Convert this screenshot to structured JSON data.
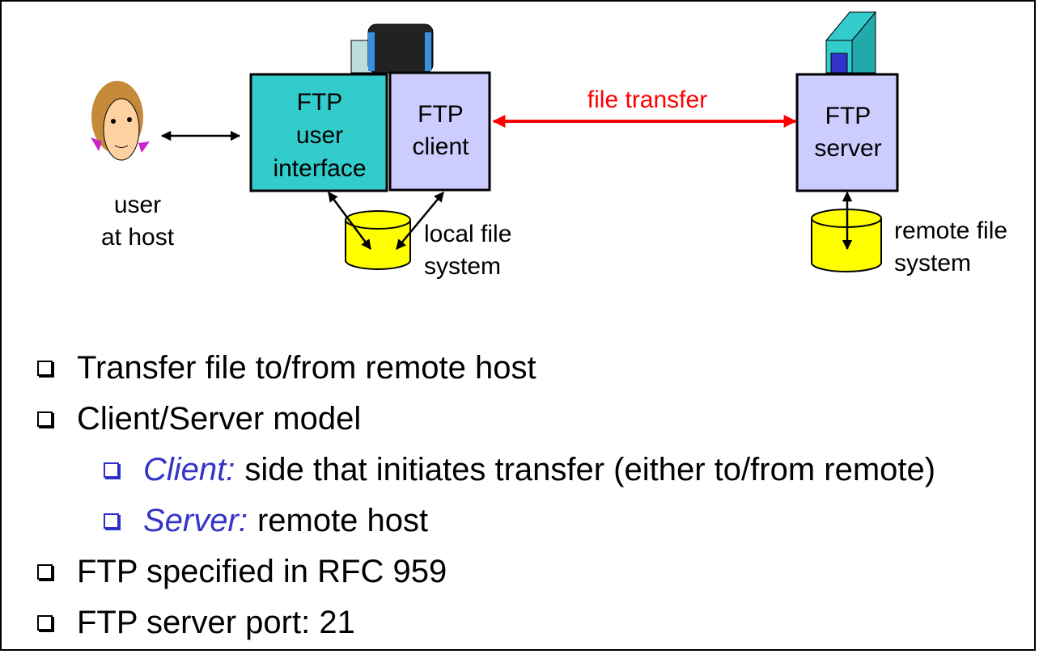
{
  "diagram": {
    "user_label_line1": "user",
    "user_label_line2": "at host",
    "ui_box": {
      "line1": "FTP",
      "line2": "user",
      "line3": "interface"
    },
    "client_box": {
      "line1": "FTP",
      "line2": "client"
    },
    "server_box": {
      "line1": "FTP",
      "line2": "server"
    },
    "arrow_label": "file transfer",
    "local_fs_line1": "local file",
    "local_fs_line2": "system",
    "remote_fs_line1": "remote file",
    "remote_fs_line2": "system",
    "colors": {
      "ui_box": "#33cccc",
      "client_box": "#ccccff",
      "disk": "#ffff00",
      "transfer_arrow": "#ff0000",
      "term": "#3434c8"
    }
  },
  "bullets": [
    {
      "text": "Transfer file to/from remote host"
    },
    {
      "text": "Client/Server model"
    },
    {
      "term": "Client:",
      "text": "side that initiates transfer (either to/from remote)"
    },
    {
      "term": "Server:",
      "text": "remote host"
    },
    {
      "text": "FTP specified in RFC 959"
    },
    {
      "text": "FTP server port: 21"
    }
  ]
}
